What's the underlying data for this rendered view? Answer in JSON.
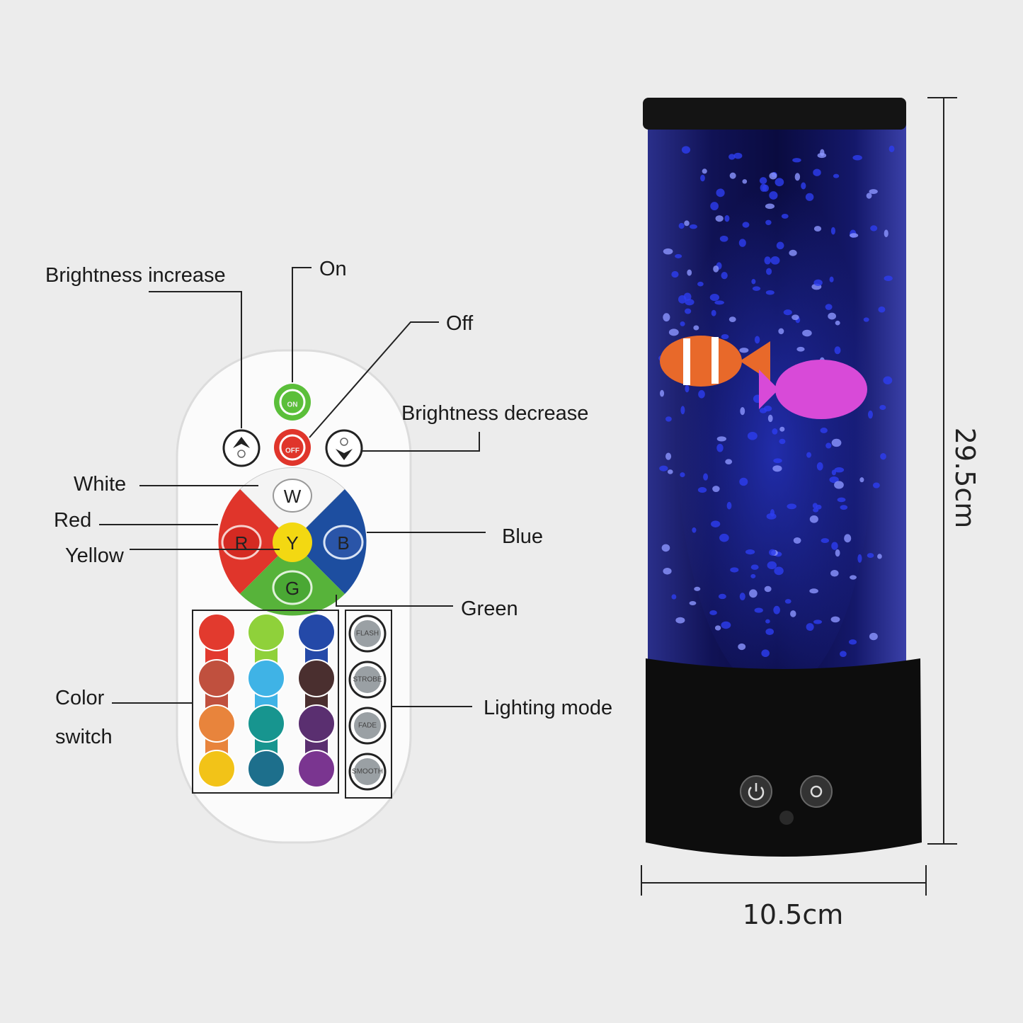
{
  "labels": {
    "brightness_increase": "Brightness increase",
    "on": "On",
    "off": "Off",
    "brightness_decrease": "Brightness decrease",
    "white": "White",
    "red": "Red",
    "yellow": "Yellow",
    "blue": "Blue",
    "green": "Green",
    "color_switch_1": "Color",
    "color_switch_2": "switch",
    "lighting_mode": "Lighting mode"
  },
  "remote": {
    "on_button": "ON",
    "off_button": "OFF",
    "wheel": {
      "w": "W",
      "r": "R",
      "y": "Y",
      "b": "B",
      "g": "G"
    },
    "color_grid": [
      [
        "#e23a2e",
        "#8fd13a",
        "#2449a8"
      ],
      [
        "#c0503e",
        "#3fb3e6",
        "#4a2f2f"
      ],
      [
        "#e8843c",
        "#17958f",
        "#5a2f70"
      ],
      [
        "#f2c318",
        "#1d6f8c",
        "#7a3590"
      ]
    ],
    "modes": [
      "FLASH",
      "STROBE",
      "FADE",
      "SMOOTH"
    ]
  },
  "dimensions": {
    "height": "29.5cm",
    "width": "10.5cm"
  },
  "colors": {
    "red": "#e0352b",
    "blue": "#1d4ea0",
    "green": "#57b33a",
    "yellow": "#f3d812",
    "lamp_glow": "#1b22a8"
  }
}
